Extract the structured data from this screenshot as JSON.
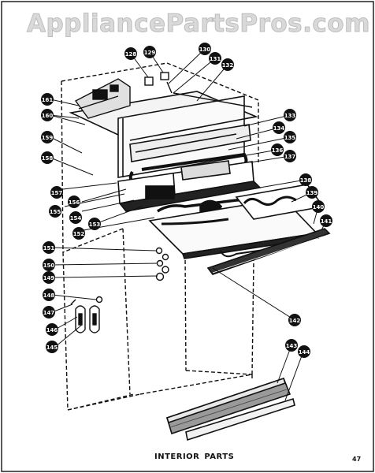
{
  "watermark": "AppliancePartsPros.com",
  "caption": {
    "word1": "INTERIOR",
    "word2": "PARTS"
  },
  "page_number": "47",
  "callouts": [
    "128",
    "129",
    "130",
    "131",
    "132",
    "133",
    "134",
    "135",
    "136",
    "137",
    "138",
    "139",
    "140",
    "141",
    "142",
    "143",
    "144",
    "145",
    "146",
    "147",
    "148",
    "149",
    "150",
    "151",
    "152",
    "153",
    "154",
    "155",
    "156",
    "157",
    "158",
    "159",
    "160",
    "161"
  ]
}
